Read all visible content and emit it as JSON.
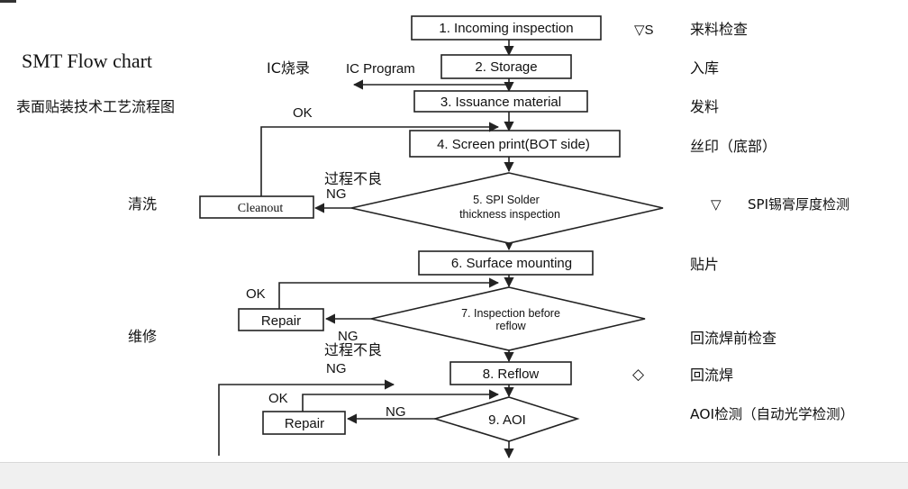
{
  "title": "SMT Flow chart",
  "subtitle": "表面贴装技术工艺流程图",
  "steps": [
    {
      "label": "1. Incoming inspection",
      "symbol": "▽S",
      "cn": "来料检查"
    },
    {
      "label": "2. Storage",
      "cn": "入库"
    },
    {
      "label": "3. Issuance material",
      "cn": "发料"
    },
    {
      "label": "4. Screen print(BOT side)",
      "cn": "丝印（底部）"
    },
    {
      "label_line1": "5. SPI Solder",
      "label_line2": "thickness inspection",
      "symbol": "▽",
      "cn": "SPI锡膏厚度检测"
    },
    {
      "label": "6. Surface mounting",
      "cn": "贴片"
    },
    {
      "label_line1": "7. Inspection before",
      "label_line2": "reflow",
      "cn": "回流焊前检查"
    },
    {
      "label": "8. Reflow",
      "symbol": "◇",
      "cn": "回流焊"
    },
    {
      "label": "9. AOI",
      "cn": "AOI检测（自动光学检测）"
    }
  ],
  "side": {
    "ic_program_cn": "IC烧录",
    "ic_program_en": "IC Program",
    "ok": "OK",
    "ng": "NG",
    "defect_cn": "过程不良",
    "cleanout": "Cleanout",
    "cleanout_cn": "清洗",
    "repair": "Repair",
    "repair_cn": "维修"
  }
}
